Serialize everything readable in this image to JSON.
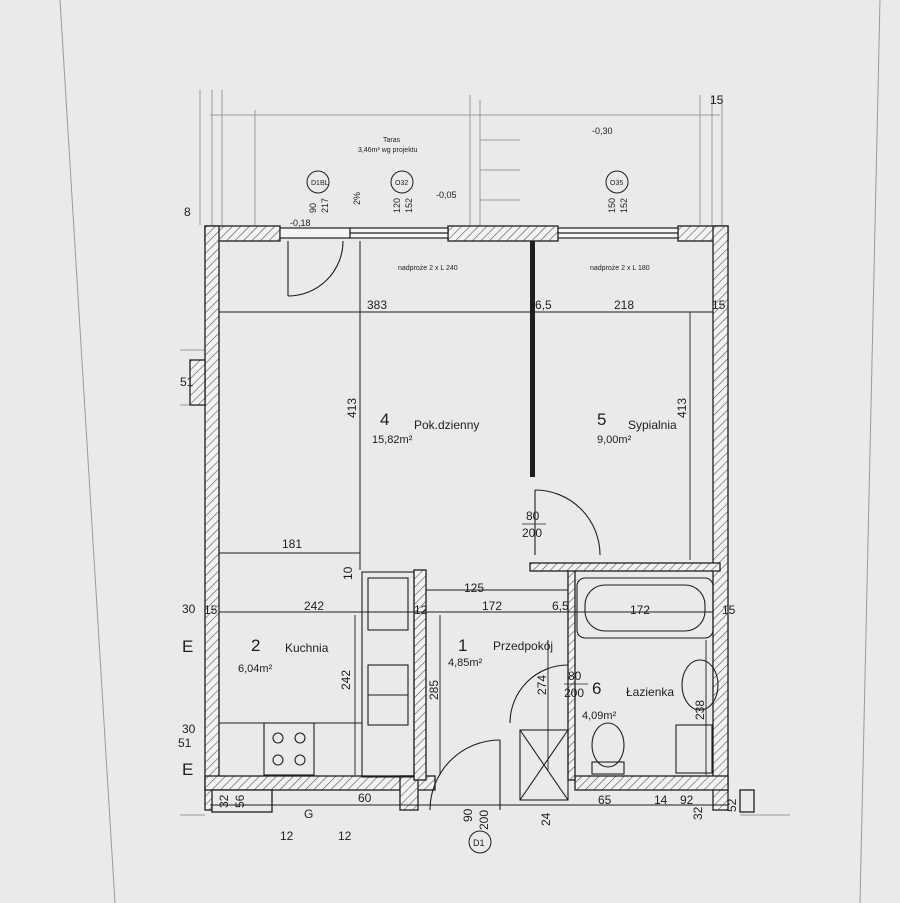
{
  "terrace": {
    "label": "Taras",
    "area": "3,46m² wg projektu"
  },
  "levels": {
    "terrace_level": "-0,30",
    "sill_level": "-0,05",
    "left_level": "-0,18"
  },
  "window_tags": {
    "left": "D1BL",
    "middle": "O32",
    "right": "O35"
  },
  "window_dims": {
    "left_w": "90",
    "left_h": "217",
    "middle_w": "120",
    "middle_h": "152",
    "right_w": "150",
    "right_h": "152",
    "slope": "2%"
  },
  "lintels": {
    "left": "nadproże 2 x L 240",
    "right": "nadproże 2 x L 180"
  },
  "dims": {
    "top_left_width": "383",
    "partition": "6,5",
    "top_right_width": "218",
    "room_height_left": "413",
    "room_height_right": "413",
    "kitchen_top": "181",
    "ten": "10",
    "hall_width": "125",
    "kitchen_width": "242",
    "hall_width_2": "172",
    "partition_2": "6,5",
    "bath_width": "172",
    "kitchen_depth": "242",
    "hall_depth": "285",
    "bath_left": "274",
    "bath_depth": "238",
    "fifteen_right": "15",
    "fifteen_top": "15",
    "fifteen_mid": "15",
    "fifteen_left": "15",
    "eight": "8",
    "thirty": "30",
    "thirty_2": "30",
    "fifty_one": "51",
    "fifty_one_2": "51",
    "sixty": "60",
    "thirty_two": "32",
    "fifty_six": "56",
    "twelve_a": "12",
    "twelve_b": "12",
    "twelve_c": "12",
    "twenty_four": "24",
    "sixty_five": "65",
    "fourteen": "14",
    "ninety_two": "92",
    "thirty_two_b": "32",
    "fifty_two": "52",
    "g_label": "G",
    "e_top": "E",
    "e_bottom": "E"
  },
  "doors": {
    "bedroom_w": "80",
    "bedroom_h": "200",
    "bath_w": "80",
    "bath_h": "200",
    "entrance_w": "90",
    "entrance_h": "200",
    "entrance_tag": "D1"
  },
  "rooms": [
    {
      "no": "4",
      "name": "Pok.dzienny",
      "area": "15,82m²"
    },
    {
      "no": "5",
      "name": "Sypialnia",
      "area": "9,00m²"
    },
    {
      "no": "2",
      "name": "Kuchnia",
      "area": "6,04m²"
    },
    {
      "no": "1",
      "name": "Przedpokój",
      "area": "4,85m²"
    },
    {
      "no": "6",
      "name": "Łazienka",
      "area": "4,09m²"
    }
  ],
  "colors": {
    "paper": "#e9eaec",
    "ink": "#1e1e1e"
  }
}
